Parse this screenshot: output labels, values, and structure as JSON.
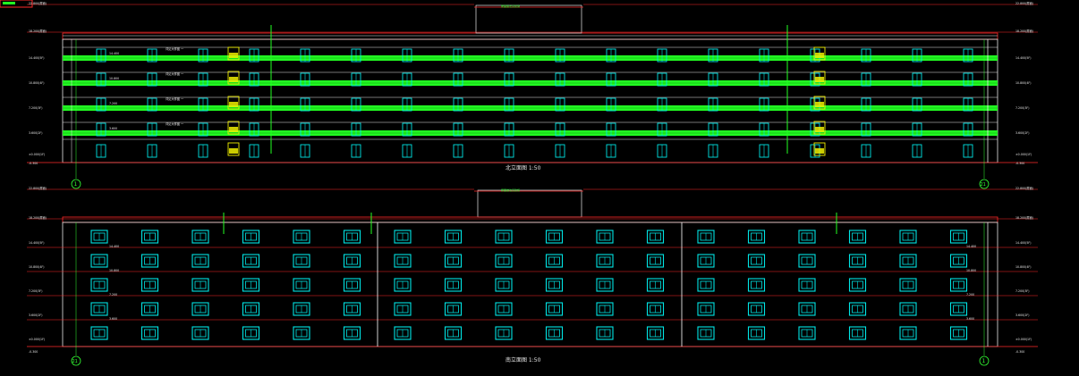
{
  "drawing": {
    "title_top": "北立面图 1:50",
    "title_bottom": "南立面图 1:50",
    "axis_left_top": "1",
    "axis_right_top": "21",
    "axis_left_bottom": "21",
    "axis_right_bottom": "1",
    "levels_left": [
      "22.800(屋面)",
      "18.200(屋面)",
      "14.400(5F)",
      "10.800(4F)",
      "7.200(3F)",
      "3.600(2F)",
      "±0.000(1F)",
      "-0.300"
    ],
    "levels_right": [
      "22.800(屋面)",
      "18.200(屋面)",
      "14.400(5F)",
      "10.800(4F)",
      "7.200(3F)",
      "3.600(2F)",
      "±0.000(1F)",
      "-0.300"
    ],
    "floor_heights": [
      "14.400",
      "10.800",
      "7.200",
      "3.600"
    ],
    "roof_note": "屋面做法见建施",
    "balcony_note": "详见大样图 一",
    "colors": {
      "background": "#000000",
      "line_red": "#ff2a2a",
      "line_white": "#e8e8e8",
      "window_cyan": "#00e5e5",
      "band_green": "#22ff22",
      "accent_yellow": "#f0f000",
      "text_green": "#33ff33"
    }
  }
}
